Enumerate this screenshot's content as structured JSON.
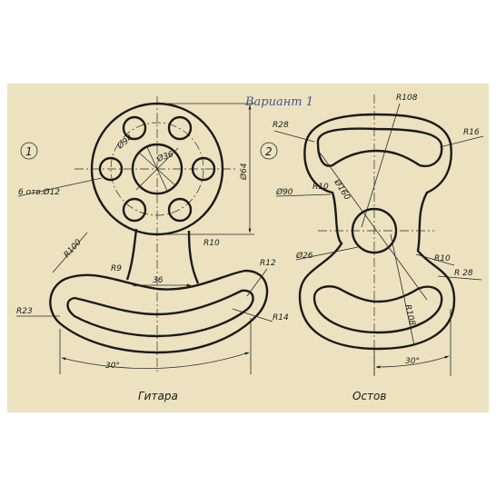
{
  "title": "Вариант 1",
  "colors": {
    "paper": "#ece2bf",
    "ink": "#1a1a1a",
    "title": "#3f5a8c"
  },
  "figure1": {
    "number": "1",
    "caption": "Гитара",
    "dims": {
      "hole_circle": "Ø94",
      "center_hole": "Ø36",
      "outer": "Ø64",
      "holes": "6 отв.Ø12",
      "r100": "R100",
      "r10": "R10",
      "r9": "R9",
      "width": "36",
      "r12": "R12",
      "r23": "R23",
      "r14": "R14",
      "angle": "30°"
    }
  },
  "figure2": {
    "number": "2",
    "caption": "Остов",
    "dims": {
      "r108_top": "R108",
      "r28_top": "R28",
      "r16": "R16",
      "phi90": "Ø90",
      "r10_left": "R10",
      "phi160": "Ø160",
      "phi26": "Ø26",
      "r10_right": "R10",
      "r28_right": "R 28",
      "r108_bottom": "R108",
      "angle": "30°"
    }
  }
}
